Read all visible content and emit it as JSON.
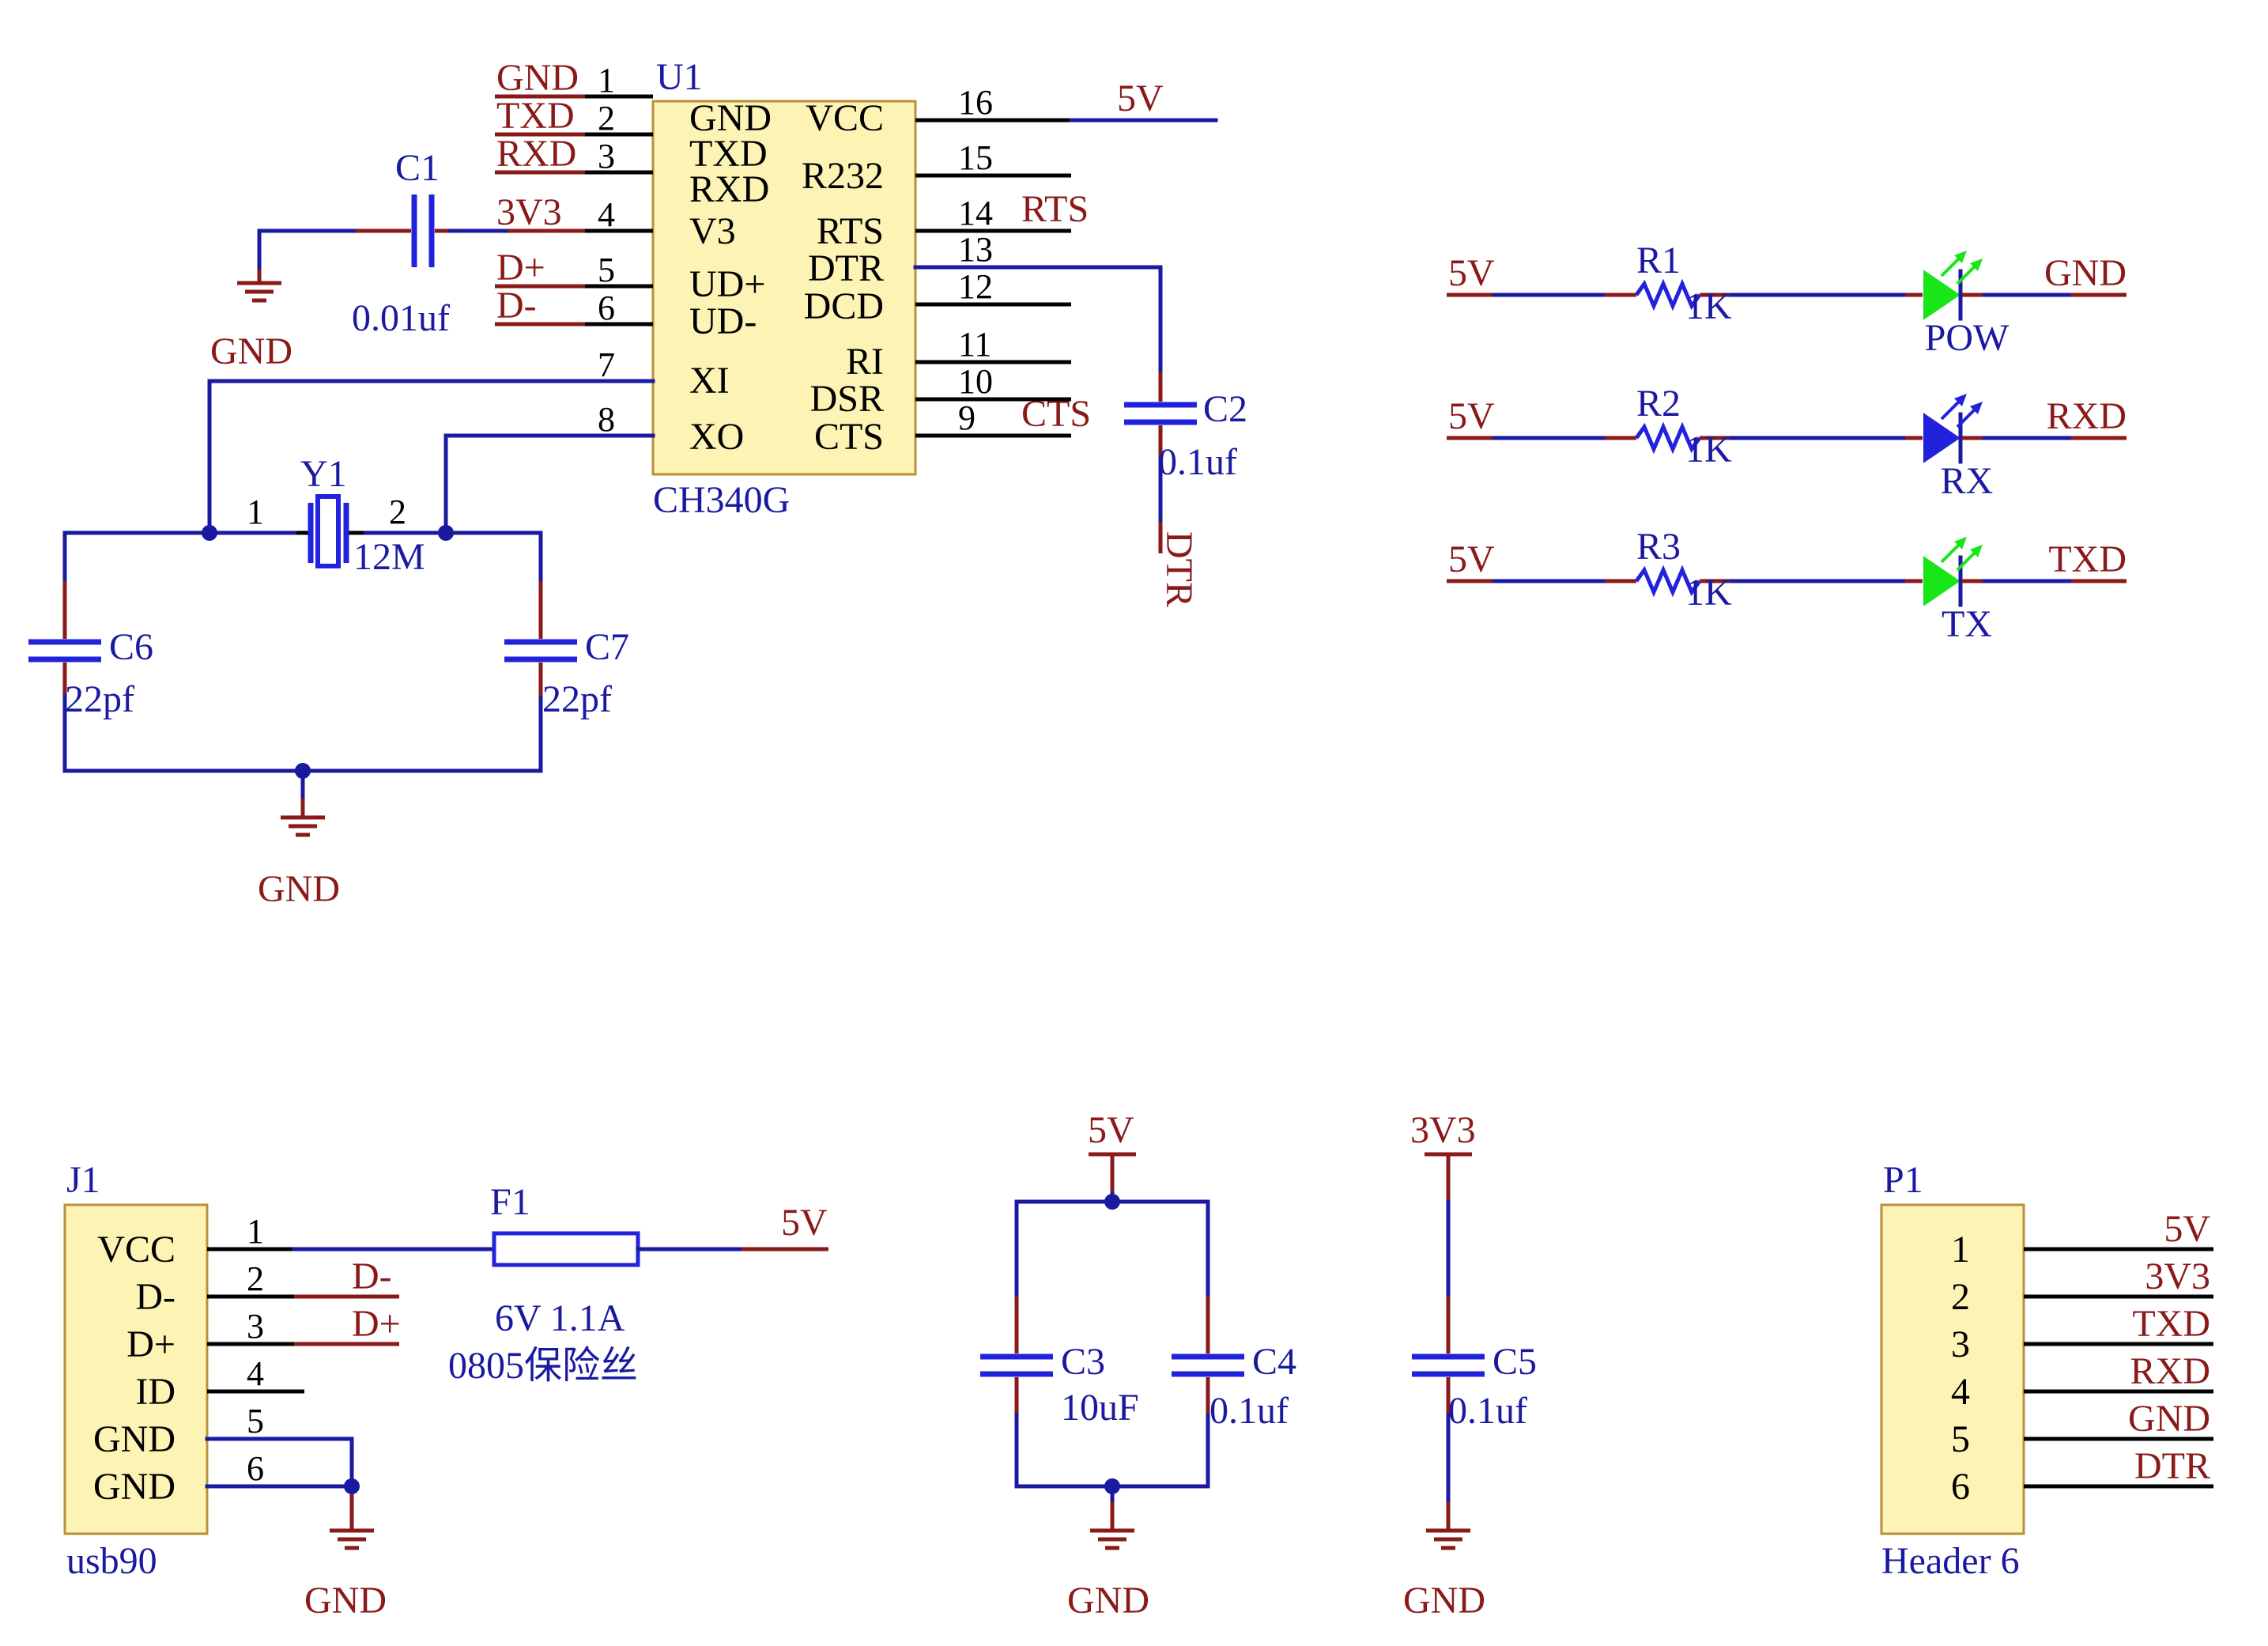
{
  "colors": {
    "wire": "#1a1aa0",
    "pin": "#000000",
    "net_label": "#8a1a1a",
    "component_label": "#1a1aa0",
    "chip_fill": "#fcf3b4",
    "led_green": "#19e619",
    "led_blue": "#2222dd"
  },
  "u1": {
    "designator": "U1",
    "part": "CH340G",
    "left_pins": [
      {
        "num": "1",
        "name": "GND",
        "net": "GND"
      },
      {
        "num": "2",
        "name": "TXD",
        "net": "TXD"
      },
      {
        "num": "3",
        "name": "RXD",
        "net": "RXD"
      },
      {
        "num": "4",
        "name": "V3",
        "net": "3V3"
      },
      {
        "num": "5",
        "name": "UD+",
        "net": "D+"
      },
      {
        "num": "6",
        "name": "UD-",
        "net": "D-"
      },
      {
        "num": "7",
        "name": "XI",
        "net": ""
      },
      {
        "num": "8",
        "name": "XO",
        "net": ""
      }
    ],
    "right_pins": [
      {
        "num": "16",
        "name": "VCC",
        "net": "5V"
      },
      {
        "num": "15",
        "name": "R232",
        "net": ""
      },
      {
        "num": "14",
        "name": "RTS",
        "net": "RTS"
      },
      {
        "num": "13",
        "name": "DTR",
        "net": ""
      },
      {
        "num": "12",
        "name": "DCD",
        "net": ""
      },
      {
        "num": "11",
        "name": "RI",
        "net": ""
      },
      {
        "num": "10",
        "name": "DSR",
        "net": ""
      },
      {
        "num": "9",
        "name": "CTS",
        "net": "CTS"
      }
    ]
  },
  "c1": {
    "designator": "C1",
    "value": "0.01uf",
    "gnd": "GND"
  },
  "c2": {
    "designator": "C2",
    "value": "0.1uf",
    "net": "DTR"
  },
  "crystal": {
    "y1": {
      "designator": "Y1",
      "value": "12M",
      "pin1": "1",
      "pin2": "2"
    },
    "c6": {
      "designator": "C6",
      "value": "22pf"
    },
    "c7": {
      "designator": "C7",
      "value": "22pf"
    },
    "gnd": "GND"
  },
  "leds": [
    {
      "net_in": "5V",
      "r": "R1",
      "r_value": "1K",
      "led": "POW",
      "net_out": "GND",
      "color": "#19e619"
    },
    {
      "net_in": "5V",
      "r": "R2",
      "r_value": "1K",
      "led": "RX",
      "net_out": "RXD",
      "color": "#2222dd"
    },
    {
      "net_in": "5V",
      "r": "R3",
      "r_value": "1K",
      "led": "TX",
      "net_out": "TXD",
      "color": "#19e619"
    }
  ],
  "j1": {
    "designator": "J1",
    "part": "usb90",
    "pins": [
      {
        "num": "1",
        "name": "VCC",
        "net": ""
      },
      {
        "num": "2",
        "name": "D-",
        "net": "D-"
      },
      {
        "num": "3",
        "name": "D+",
        "net": "D+"
      },
      {
        "num": "4",
        "name": "ID",
        "net": ""
      },
      {
        "num": "5",
        "name": "GND",
        "net": ""
      },
      {
        "num": "6",
        "name": "GND",
        "net": ""
      }
    ],
    "gnd": "GND"
  },
  "f1": {
    "designator": "F1",
    "value": "6V 1.1A",
    "desc": "0805保险丝",
    "net": "5V"
  },
  "decoupling": {
    "net_5v": "5V",
    "c3": {
      "designator": "C3",
      "value": "10uF"
    },
    "c4": {
      "designator": "C4",
      "value": "0.1uf"
    },
    "gnd": "GND"
  },
  "c5": {
    "designator": "C5",
    "value": "0.1uf",
    "net": "3V3",
    "gnd": "GND"
  },
  "p1": {
    "designator": "P1",
    "part": "Header 6",
    "pins": [
      {
        "num": "1",
        "net": "5V"
      },
      {
        "num": "2",
        "net": "3V3"
      },
      {
        "num": "3",
        "net": "TXD"
      },
      {
        "num": "4",
        "net": "RXD"
      },
      {
        "num": "5",
        "net": "GND"
      },
      {
        "num": "6",
        "net": "DTR"
      }
    ]
  }
}
